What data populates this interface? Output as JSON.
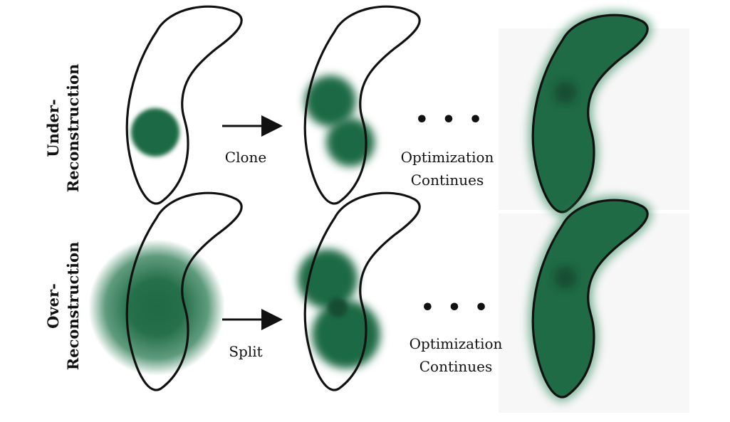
{
  "rows": [
    {
      "label_line1": "Under-",
      "label_line2": "Reconstruction",
      "operation": "Clone",
      "progress_line1": "Optimization",
      "progress_line2": "Continues",
      "ellipsis": "• • •"
    },
    {
      "label_line1": "Over-",
      "label_line2": "Reconstruction",
      "operation": "Split",
      "progress_line1": "Optimization",
      "progress_line2": "Continues",
      "ellipsis": "• • •"
    }
  ],
  "colors": {
    "gaussian": "#1f6b45",
    "gaussian_dark": "#154d31",
    "outline": "#111111",
    "background": "#ffffff",
    "panel_shade": "#f6f6f6"
  }
}
